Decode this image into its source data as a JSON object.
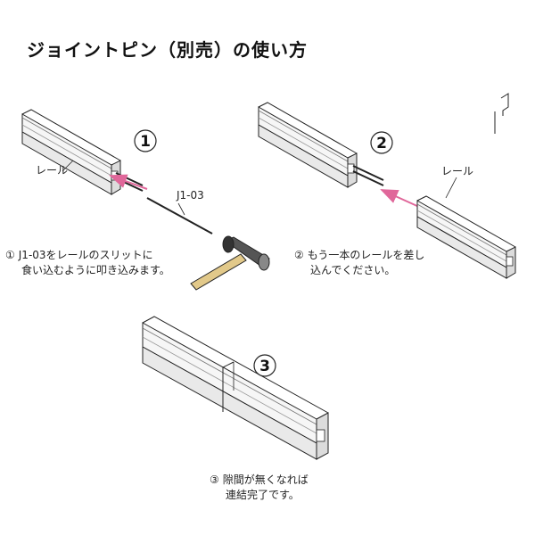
{
  "title": "ジョイントピン（別売）の使い方",
  "steps": [
    {
      "number": "1",
      "rail_label": "レール",
      "pin_label": "J1-03",
      "caption_num": "①",
      "caption_line1": "J1-03をレールのスリットに",
      "caption_line2": "食い込むように叩き込みます。"
    },
    {
      "number": "2",
      "rail_label": "レール",
      "caption_num": "②",
      "caption_line1": "もう一本のレールを差し",
      "caption_line2": "込んでください。"
    },
    {
      "number": "3",
      "caption_num": "③",
      "caption_line1": "隙間が無くなれば",
      "caption_line2": "連結完了です。"
    }
  ],
  "colors": {
    "rail_fill": "#e9e9e9",
    "rail_top": "#f6f6f6",
    "line": "#222222",
    "arrow": "#e0679a",
    "hammer_handle": "#e2c98a",
    "hammer_head": "#555555"
  }
}
